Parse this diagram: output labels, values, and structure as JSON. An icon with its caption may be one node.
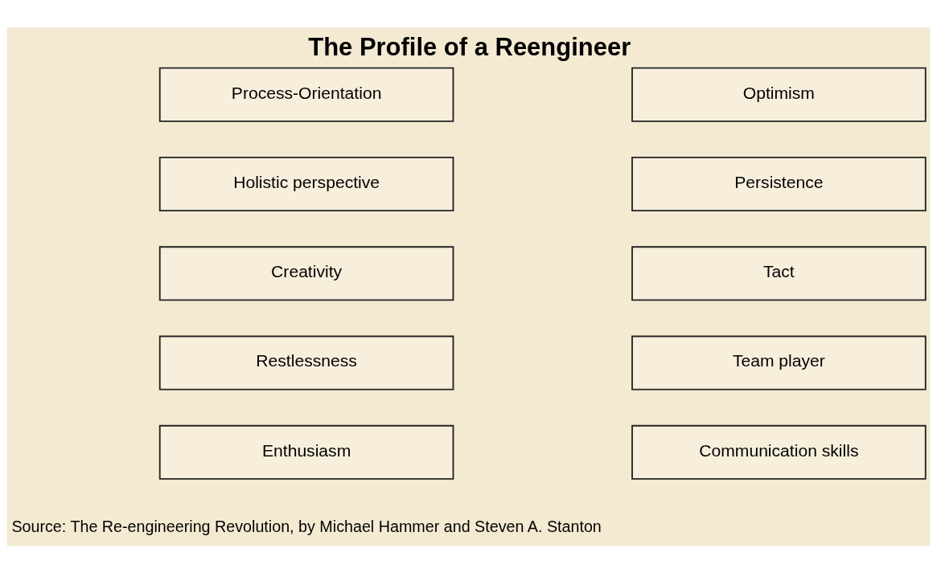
{
  "diagram": {
    "title": "The Profile of a Reengineer",
    "caption": "Source: The Re-engineering Revolution, by Michael Hammer and Steven A. Stanton",
    "nodes": [
      {
        "text": [
          "Process-Orientation"
        ]
      },
      {
        "text": [
          "Holistic perspective"
        ]
      },
      {
        "text": [
          "Creativity"
        ]
      },
      {
        "text": [
          "Restlessness"
        ]
      },
      {
        "text": [
          "Enthusiasm"
        ]
      },
      {
        "text": [
          "Optimism"
        ]
      },
      {
        "text": [
          "Persistence"
        ]
      },
      {
        "text": [
          "Tact"
        ]
      },
      {
        "text": [
          "Team player"
        ]
      },
      {
        "text": [
          "Communication skills"
        ]
      }
    ]
  }
}
